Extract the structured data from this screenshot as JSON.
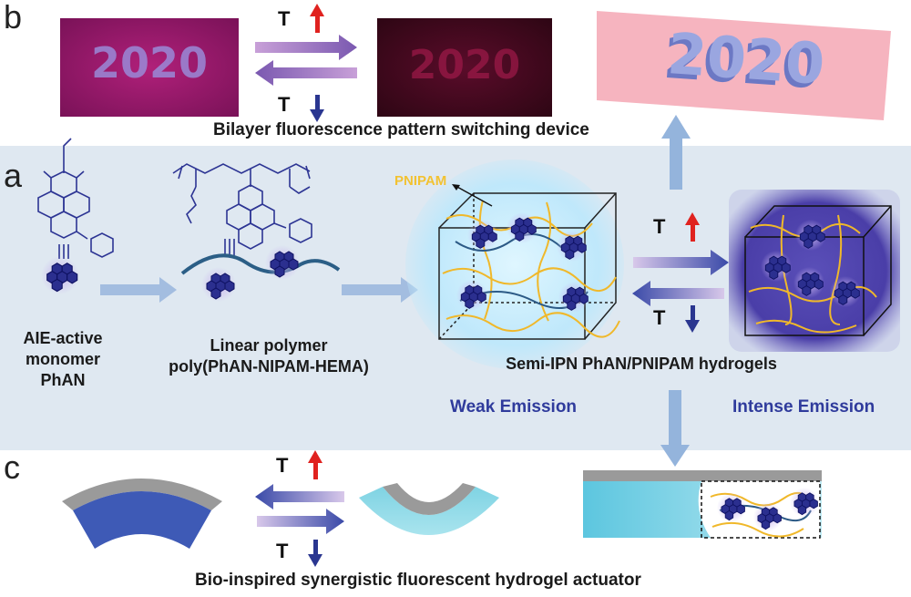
{
  "panels": {
    "a": "a",
    "b": "b",
    "c": "c"
  },
  "temperature_symbol": "T",
  "panel_b": {
    "photo_text": "2020",
    "caption": "Bilayer fluorescence pattern switching device"
  },
  "panel_a": {
    "pnipam_label": "PNIPAM",
    "monomer_label": [
      "AIE-active",
      "monomer",
      "PhAN"
    ],
    "polymer_label": [
      "Linear polymer",
      "poly(PhAN-NIPAM-HEMA)"
    ],
    "hydrogel_label": "Semi-IPN PhAN/PNIPAM hydrogels",
    "weak_emission": "Weak Emission",
    "intense_emission": "Intense Emission"
  },
  "panel_c": {
    "caption": "Bio-inspired synergistic fluorescent hydrogel actuator"
  },
  "colors": {
    "heating_arrow": "#e0221f",
    "cooling_arrow": "#2a3690",
    "emission_text": "#2f3b9c",
    "pnipam_chain": "#f0b82a",
    "band_background": "#dfe8f1"
  },
  "icons": [
    "temperature-up-arrow-icon",
    "temperature-down-arrow-icon",
    "aie-cluster-icon"
  ]
}
